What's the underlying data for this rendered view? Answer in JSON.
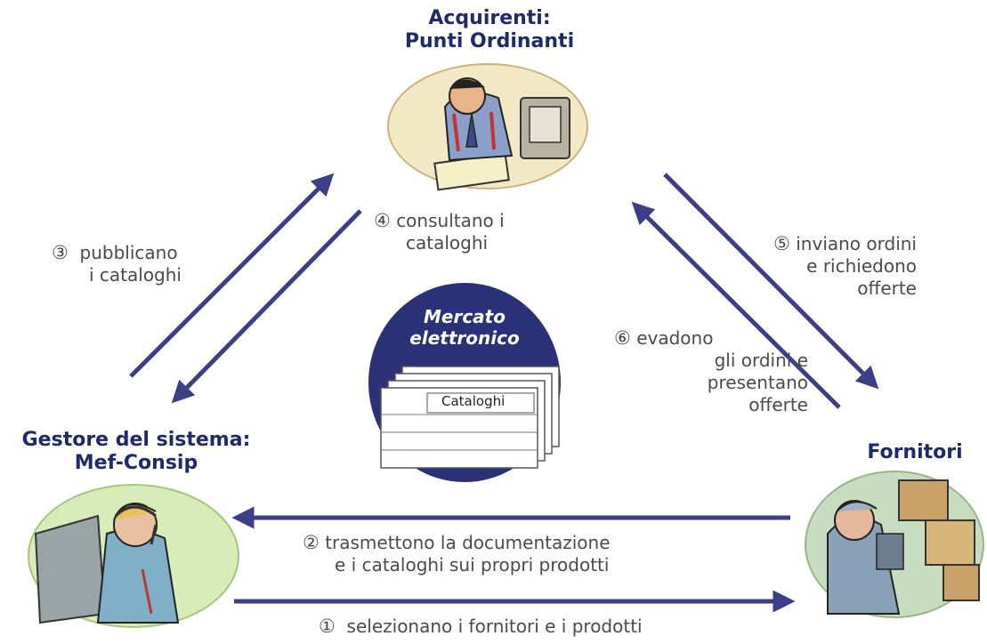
{
  "colors": {
    "arrow": "#3d3f86",
    "title": "#1f2a6b",
    "text": "#4a4a4a",
    "market": "#2b3176"
  },
  "nodes": {
    "buyers": {
      "line1": "Acquirenti:",
      "line2": "Punti Ordinanti",
      "icon": "office-worker-clipart-icon"
    },
    "manager": {
      "line1": "Gestore del sistema:",
      "line2": "Mef-Consip",
      "icon": "call-center-operator-clipart-icon"
    },
    "suppliers": {
      "line1": "Fornitori",
      "icon": "warehouse-worker-clipart-icon"
    }
  },
  "market": {
    "line1": "Mercato",
    "line2": "elettronico",
    "catalog_label": "Cataloghi"
  },
  "steps": {
    "s1": {
      "num": "①",
      "line1": "selezionano i fornitori e i prodotti"
    },
    "s2": {
      "num": "②",
      "line1": "trasmettono la documentazione",
      "line2": "e i cataloghi sui propri prodotti"
    },
    "s3": {
      "num": "③",
      "line1": "pubblicano",
      "line2": "i cataloghi"
    },
    "s4": {
      "num": "④",
      "line1": "consultano i",
      "line2": "cataloghi"
    },
    "s5": {
      "num": "⑤",
      "line1": "inviano ordini",
      "line2": "e richiedono",
      "line3": "offerte"
    },
    "s6": {
      "num": "⑥",
      "line1": "evadono",
      "line2": "gli ordini e",
      "line3": "presentano",
      "line4": "offerte"
    }
  }
}
